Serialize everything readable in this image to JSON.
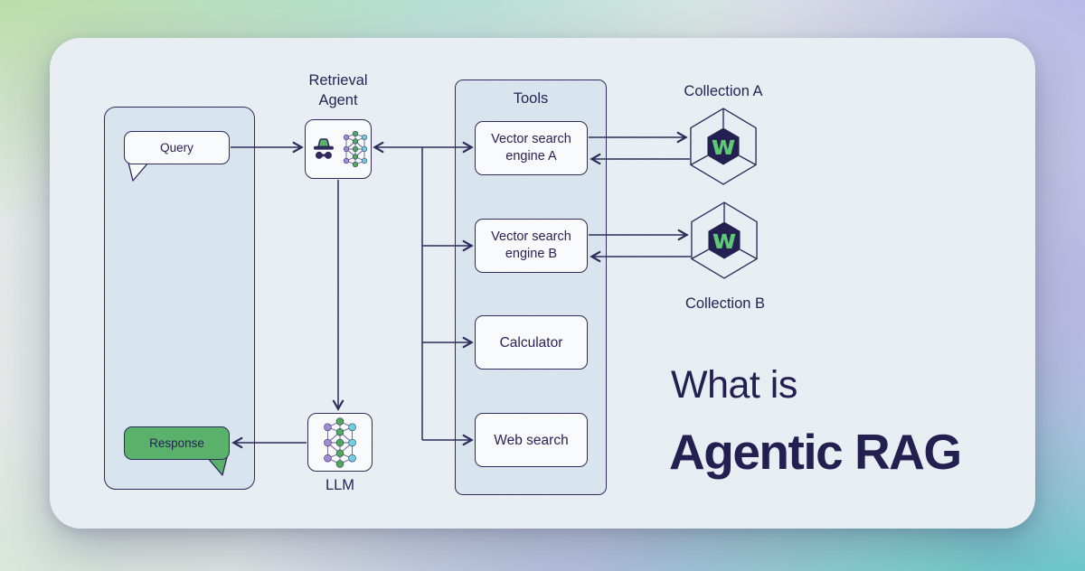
{
  "title": {
    "line1": "What is",
    "line2": "Agentic RAG"
  },
  "user_flow": {
    "query": "Query",
    "response": "Response"
  },
  "agent": {
    "line1": "Retrieval",
    "line2": "Agent"
  },
  "llm": {
    "label": "LLM"
  },
  "tools": {
    "title": "Tools",
    "items": [
      {
        "line1": "Vector search",
        "line2": "engine A"
      },
      {
        "line1": "Vector search",
        "line2": "engine B"
      },
      {
        "line1": "Calculator",
        "line2": ""
      },
      {
        "line1": "Web search",
        "line2": ""
      }
    ]
  },
  "collections": [
    {
      "label": "Collection A"
    },
    {
      "label": "Collection B"
    }
  ],
  "logo_letter": "w",
  "colors": {
    "ink_navy": "#2b2759",
    "title_navy": "#1f1b4e",
    "accent_green": "#58b168",
    "logo_green": "#5ec973",
    "node_green": "#4ca955",
    "node_purple": "#a289d4",
    "node_cyan": "#6fd0de",
    "card_bg": "#e9eff4",
    "panel_bg": "#d9e5ef"
  }
}
